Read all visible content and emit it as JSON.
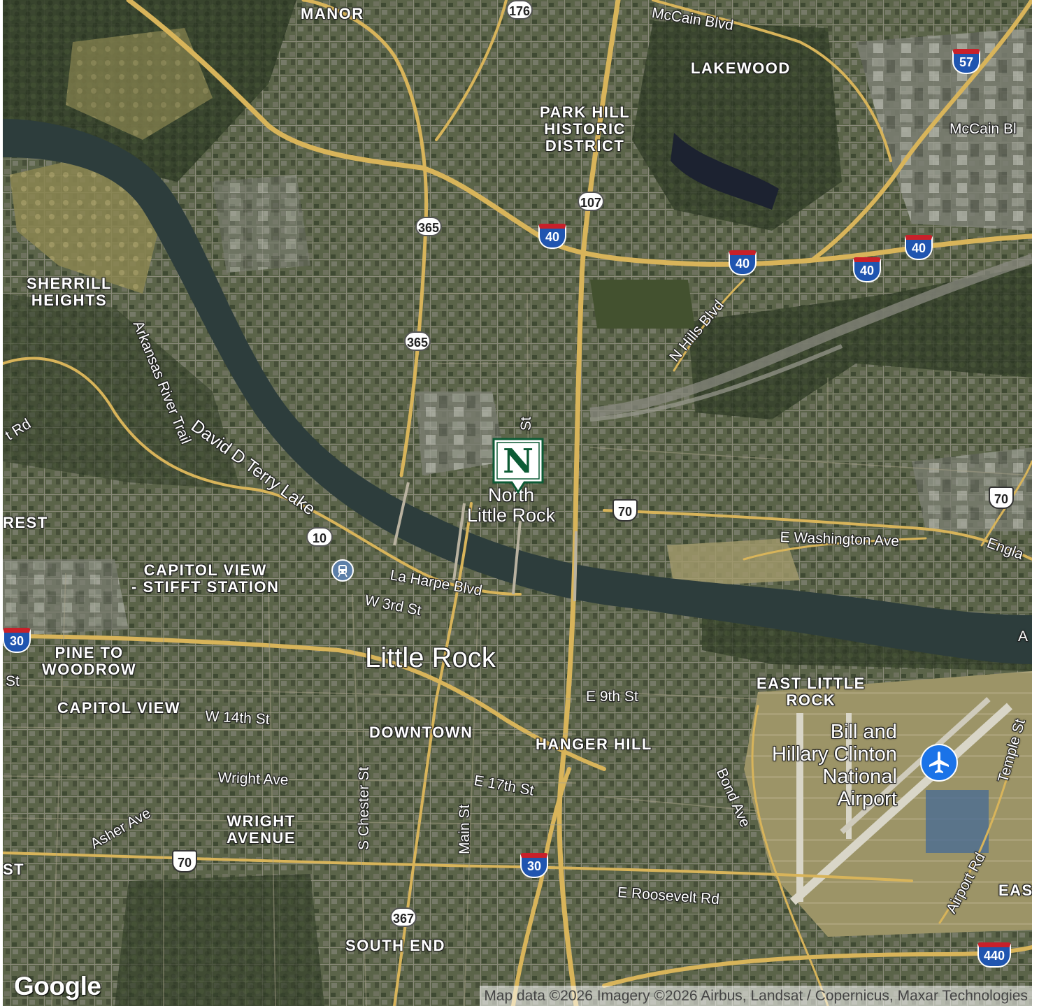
{
  "map": {
    "type": "satellite",
    "provider": "Google",
    "attribution": "Map data ©2026 Imagery ©2026 Airbus, Landsat / Copernicus, Maxar Technologies",
    "logo_text": "Google",
    "colors": {
      "terrain": "#4d5a3c",
      "river": "#2d3d3c",
      "highway": "#d8b45a",
      "airport_marker": "#1a73e8",
      "place_marker": "#0d5b35",
      "interstate_shield": "#1f55b0"
    }
  },
  "place_marker": {
    "letter": "N",
    "icon": "north-little-rock-place-pin-icon"
  },
  "airport_marker": {
    "icon": "airplane-icon"
  },
  "transit_marker": {
    "icon": "train-station-icon"
  },
  "cities": {
    "north_little_rock": "North\nLittle Rock",
    "little_rock": "Little Rock"
  },
  "neighborhoods": {
    "arrowhead_manor": "MANOR",
    "park_hill": "PARK HILL\nHISTORIC\nDISTRICT",
    "lakewood": "LAKEWOOD",
    "sherrill_heights": "SHERRILL\nHEIGHTS",
    "capitol_view_stifft": "CAPITOL VIEW\n- STIFFT STATION",
    "pine_to_woodrow": "PINE TO\nWOODROW",
    "capitol_view": "CAPITOL VIEW",
    "downtown": "DOWNTOWN",
    "hanger_hill": "HANGER HILL",
    "east_little_rock": "EAST LITTLE\nROCK",
    "wright_avenue": "WRIGHT\nAVENUE",
    "south_end": "SOUTH END",
    "rest": "REST",
    "st_left": "ST",
    "eas": "EAS"
  },
  "airport": {
    "name": "Bill and\nHillary Clinton\nNational\nAirport"
  },
  "water": {
    "lake": "David D Terry Lake",
    "river_fragment": "A"
  },
  "roads": {
    "mccain_blvd": "McCain Blvd",
    "mccain_blvd_east": "McCain Bl",
    "n_hills_blvd": "N Hills Blvd",
    "arkansas_river_trail": "Arkansas River Trail",
    "rd_left": "t Rd",
    "st_north": "St",
    "e_washington_ave": "E Washington Ave",
    "engla": "Engla",
    "la_harpe_blvd": "La Harpe Blvd",
    "w_3rd_st": "W 3rd St",
    "st_west": "St",
    "w_14th_st": "W 14th St",
    "e_9th_st": "E 9th St",
    "wright_ave": "Wright Ave",
    "asher_ave": "Asher Ave",
    "s_chester_st": "S Chester St",
    "main_st": "Main St",
    "e_17th_st": "E 17th St",
    "bond_ave": "Bond Ave",
    "temple_st": "Temple St",
    "airport_rd": "Airport Rd",
    "e_roosevelt_rd": "E Roosevelt Rd"
  },
  "shields": {
    "state": [
      {
        "id": "ar-176",
        "label": "176"
      },
      {
        "id": "ar-107",
        "label": "107"
      },
      {
        "id": "ar-365-north",
        "label": "365"
      },
      {
        "id": "ar-365-south",
        "label": "365"
      },
      {
        "id": "ar-10",
        "label": "10"
      },
      {
        "id": "ar-367",
        "label": "367"
      }
    ],
    "us": [
      {
        "id": "us-70-center",
        "label": "70"
      },
      {
        "id": "us-70-east",
        "label": "70"
      },
      {
        "id": "us-70-west",
        "label": "70"
      }
    ],
    "interstate": [
      {
        "id": "i-57",
        "label": "57"
      },
      {
        "id": "i-40-a",
        "label": "40"
      },
      {
        "id": "i-40-b",
        "label": "40"
      },
      {
        "id": "i-40-c",
        "label": "40"
      },
      {
        "id": "i-40-d",
        "label": "40"
      },
      {
        "id": "i-30-west",
        "label": "30"
      },
      {
        "id": "i-30-south",
        "label": "30"
      },
      {
        "id": "i-440",
        "label": "440"
      }
    ]
  }
}
